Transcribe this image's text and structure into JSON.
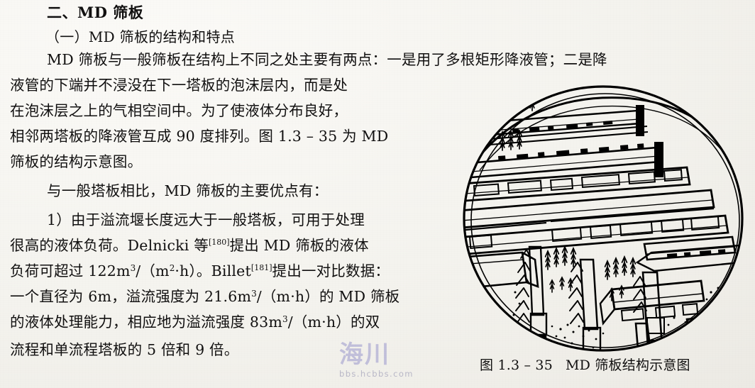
{
  "document": {
    "heading": "二、MD 筛板",
    "subheading": "（一）MD 筛板的结构和特点",
    "body_lines": [
      "MD 筛板与一般筛板在结构上不同之处主要有两点：一是用了多根矩形降液管；二是降",
      "液管的下端并不浸没在下一塔板的泡沫层内，而是处",
      "在泡沫层之上的气相空间中。为了使液体分布良好，",
      "相邻两塔板的降液管互成 90 度排列。图 1.3 – 35 为 MD",
      "筛板的结构示意图。",
      "与一般塔板相比，MD 筛板的主要优点有：",
      "1）由于溢流堰长度远大于一般塔板，可用于处理",
      "很高的液体负荷。Delnicki 等",
      "负荷可超过 122m",
      "一个直径为 6m，溢流强度为 21.6m",
      "的液体处理能力，相应地为溢流强度 83m",
      "流程和单流程塔板的 5 倍和 9 倍。"
    ],
    "line8_prefix": "很高的液体负荷。Delnicki 等",
    "line8_citation": "[180]",
    "line8_suffix": "提出 MD 筛板的液体",
    "line9_prefix": "负荷可超过 122m",
    "line9_exp1": "3",
    "line9_mid": "/（m",
    "line9_exp2": "2",
    "line9_mid2": "·h）。Billet",
    "line9_citation": "[181]",
    "line9_suffix": "提出一对比数据：",
    "line10_prefix": "一个直径为 6m，溢流强度为 21.6m",
    "line10_exp": "3",
    "line10_suffix": "/（m·h）的 MD 筛板",
    "line11_prefix": "的液体处理能力，相应地为溢流强度 83m",
    "line11_exp": "3",
    "line11_suffix": "/（m·h）的双",
    "line12": "流程和单流程塔板的 5 倍和 9 倍。"
  },
  "figure": {
    "caption_number": "图 1.3 – 35",
    "caption_title": "MD 筛板结构示意图",
    "alt": "MD 筛板结构示意图 — 圆形塔截面剖视线条图，含矩形降液管、筛孔塔板、气相箭头与液体鼓泡层"
  },
  "watermark": {
    "main": "海川",
    "sub": "bbs.hcbbs.com",
    "main_color": "#b9b7d8",
    "sub_color": "#b3b2c4"
  },
  "page": {
    "background_color": "#f6f5f1",
    "ink_color": "#111010"
  }
}
